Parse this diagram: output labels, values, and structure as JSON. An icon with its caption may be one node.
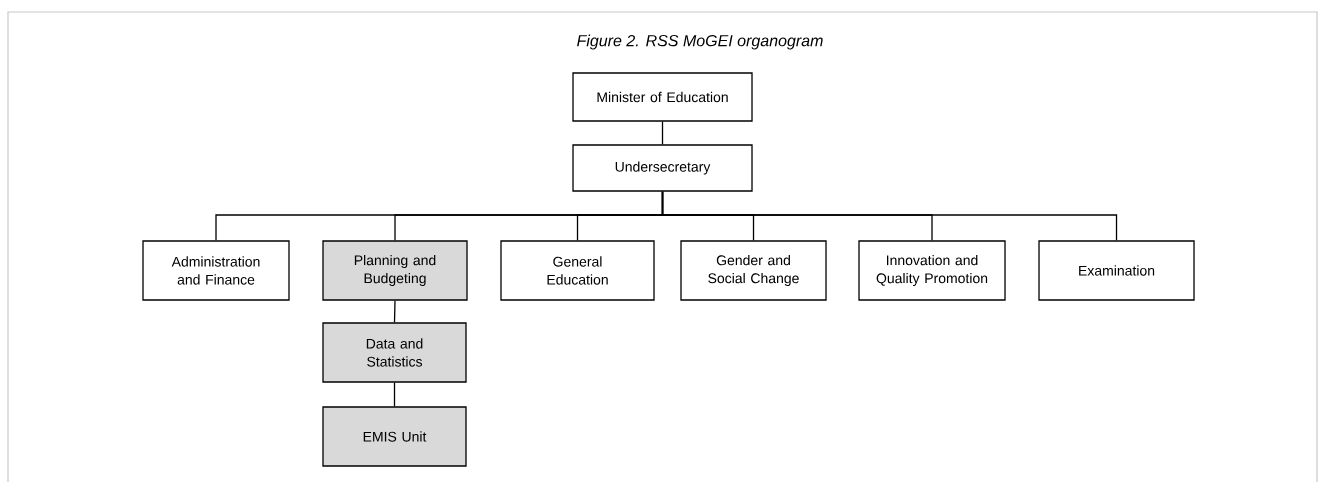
{
  "diagram": {
    "title": "Figure 2. RSS MoGEI organogram",
    "nodes": [
      {
        "text": [
          "Minister of Education"
        ]
      },
      {
        "text": [
          "Undersecretary"
        ]
      },
      {
        "text": [
          "Administration and Finance"
        ]
      },
      {
        "text": [
          "Planning and Budgeting"
        ]
      },
      {
        "text": [
          "General Education"
        ]
      },
      {
        "text": [
          "Gender and Social Change"
        ]
      },
      {
        "text": [
          "Innovation and Quality Promotion"
        ]
      },
      {
        "text": [
          "Examination"
        ]
      },
      {
        "text": [
          "Data and Statistics"
        ]
      },
      {
        "text": [
          "EMIS Unit"
        ]
      }
    ],
    "edges": [
      {
        "from": 0,
        "to": 1,
        "arrow": "none"
      },
      {
        "from": 1,
        "to": 2,
        "arrow": "none"
      },
      {
        "from": 1,
        "to": 3,
        "arrow": "none"
      },
      {
        "from": 1,
        "to": 4,
        "arrow": "none"
      },
      {
        "from": 1,
        "to": 5,
        "arrow": "none"
      },
      {
        "from": 1,
        "to": 6,
        "arrow": "none"
      },
      {
        "from": 1,
        "to": 7,
        "arrow": "none"
      },
      {
        "from": 3,
        "to": 8,
        "arrow": "none"
      },
      {
        "from": 8,
        "to": 9,
        "arrow": "none"
      }
    ]
  }
}
